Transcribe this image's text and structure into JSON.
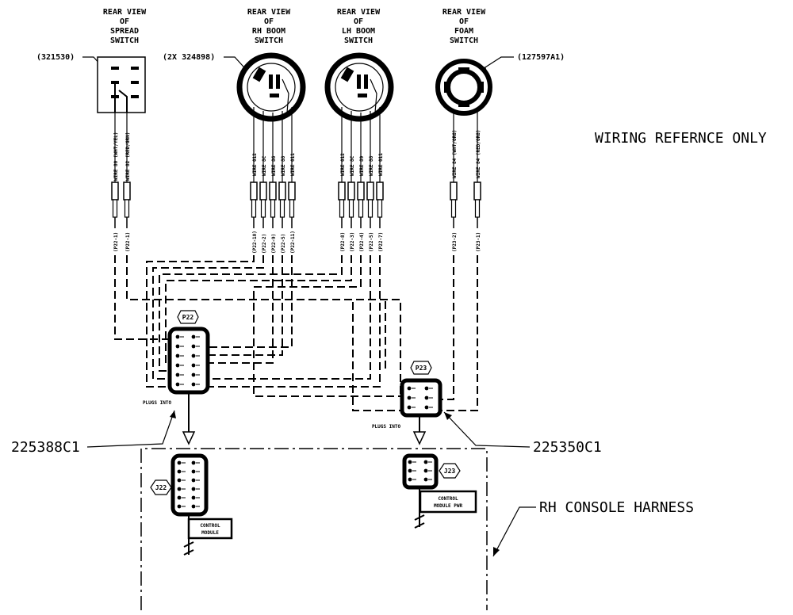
{
  "headings": {
    "spread": [
      "REAR VIEW",
      "OF",
      "SPREAD",
      "SWITCH"
    ],
    "rh_boom": [
      "REAR VIEW",
      "OF",
      "RH BOOM",
      "SWITCH"
    ],
    "lh_boom": [
      "REAR VIEW",
      "OF",
      "LH BOOM",
      "SWITCH"
    ],
    "foam": [
      "REAR VIEW",
      "OF",
      "FOAM",
      "SWITCH"
    ]
  },
  "part_numbers": {
    "spread": "(321530)",
    "boom": "(2X 324898)",
    "foam": "(127597A1)",
    "p22_harness": "225388C1",
    "p23_harness": "225350C1"
  },
  "notes": {
    "reference": "WIRING REFERNCE ONLY",
    "console": "RH CONSOLE HARNESS"
  },
  "wire_labels": {
    "spread": [
      "WIRE 80 (WHT/YEL)",
      "WIRE 82 (RED/GRN)"
    ],
    "rh_boom": [
      "WIRE 012",
      "WIRE 8C",
      "WIRE 86",
      "WIRE 88",
      "WIRE 011"
    ],
    "lh_boom": [
      "WIRE 012",
      "WIRE 8C",
      "WIRE 89",
      "WIRE 88",
      "WIRE 011"
    ],
    "foam": [
      "WIRE 84 (WHT/ORG)",
      "WIRE 84 (RED/ORG)"
    ]
  },
  "pin_labels": {
    "spread": [
      "(P22-1)",
      "(P22-1)"
    ],
    "rh_boom": [
      "(P22-10)",
      "(P22-2)",
      "(P22-9)",
      "(P22-5)",
      "(P22-11)"
    ],
    "lh_boom": [
      "(P22-8)",
      "(P22-3)",
      "(P22-4)",
      "(P22-5)",
      "(P22-7)"
    ],
    "foam": [
      "(P23-2)",
      "(P23-1)"
    ]
  },
  "connectors": {
    "p22": "P22",
    "p23": "P23",
    "j22": "J22",
    "j23": "J23",
    "plugs_into": "PLUGS INTO",
    "j22_tag": [
      "CONTROL",
      "MODULE"
    ],
    "j23_tag": [
      "CONTROL",
      "MODULE PWR"
    ]
  }
}
